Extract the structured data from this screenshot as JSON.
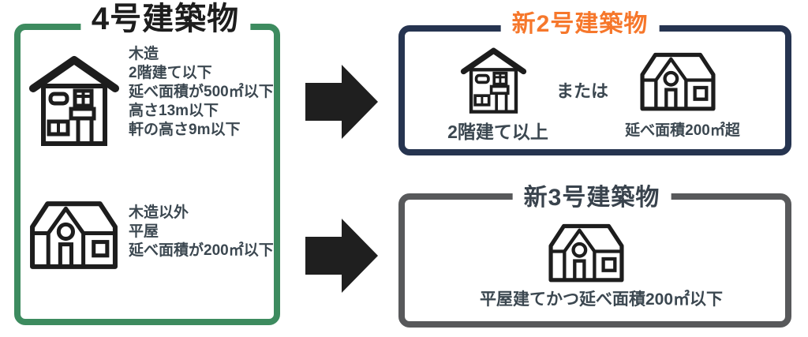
{
  "canvas": {
    "background": "#ffffff"
  },
  "colors": {
    "green_border": "#3d8b5f",
    "navy_border": "#263450",
    "gray_border": "#58595b",
    "orange_title": "#f6772b",
    "slate_text": "#3b4750",
    "ink": "#1d1d1d",
    "arrow": "#1f1f1f"
  },
  "left_box": {
    "title": "4号建築物",
    "rows": [
      {
        "icon": "two-story-house-icon",
        "lines": [
          "木造",
          "2階建て以下",
          "延べ面積が500㎡以下",
          "高さ13m以下",
          "軒の高さ9m以下"
        ]
      },
      {
        "icon": "one-story-house-icon",
        "lines": [
          "木造以外",
          "平屋",
          "延べ面積が200㎡以下"
        ]
      }
    ]
  },
  "arrows": {
    "top": "right-arrow-icon",
    "bottom": "right-arrow-icon"
  },
  "new2_box": {
    "title": "新2号建築物",
    "left_option": {
      "icon": "two-story-house-icon",
      "label": "2階建て以上"
    },
    "connector": "または",
    "right_option": {
      "icon": "one-story-house-icon",
      "label": "延べ面積200㎡超"
    }
  },
  "new3_box": {
    "title": "新3号建築物",
    "option": {
      "icon": "one-story-house-icon",
      "label": "平屋建てかつ延べ面積200㎡以下"
    }
  }
}
